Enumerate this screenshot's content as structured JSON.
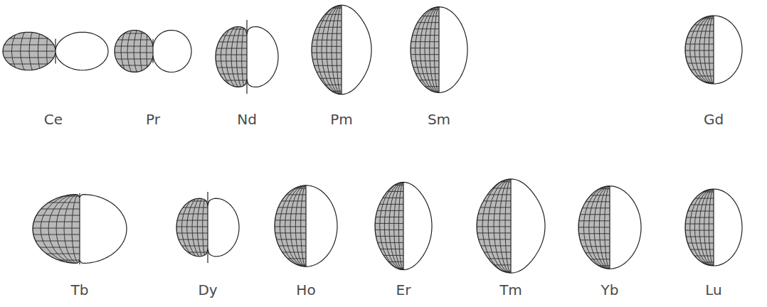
{
  "diagram": {
    "labels": [
      "Ce",
      "Pr",
      "Nd",
      "Pm",
      "Sm",
      "Gd",
      "Tb",
      "Dy",
      "Ho",
      "Er",
      "Tm",
      "Yb",
      "Lu"
    ]
  }
}
